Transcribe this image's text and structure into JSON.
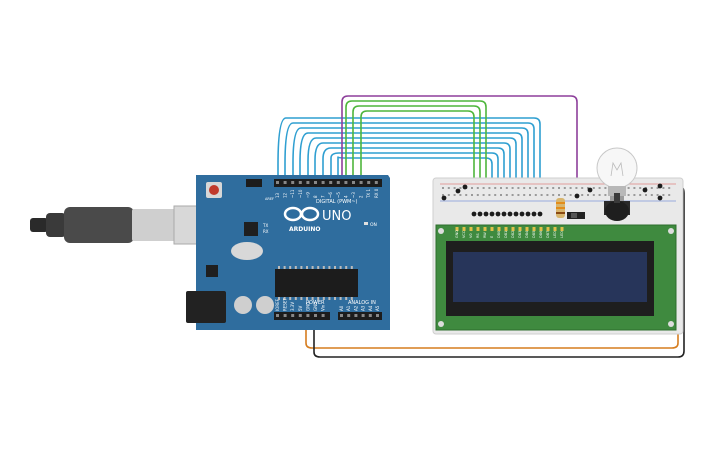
{
  "board": {
    "brand": "ARDUINO",
    "model": "UNO",
    "digital_header": "DIGITAL (PWM~)",
    "power_header": "POWER",
    "analog_header": "ANALOG IN",
    "on_label": "ON",
    "tx_label": "TX",
    "rx_label": "RX",
    "aref_label": "AREF",
    "digital_pins": [
      "13",
      "12",
      "~11",
      "~10",
      "~9",
      "8",
      "7",
      "~6",
      "~5",
      "4",
      "~3",
      "2",
      "TX 1",
      "RX 0"
    ],
    "power_pins": [
      "IOREF",
      "RESET",
      "3.3V",
      "5V",
      "GND",
      "GND",
      "Vin"
    ],
    "analog_pins": [
      "A0",
      "A1",
      "A2",
      "A3",
      "A4",
      "A5"
    ]
  },
  "lcd": {
    "pin_labels": [
      "GND",
      "VCC",
      "V0",
      "RS",
      "RW",
      "E",
      "DB0",
      "DB1",
      "DB2",
      "DB3",
      "DB4",
      "DB5",
      "DB6",
      "DB7",
      "LED",
      "LED"
    ]
  },
  "colors": {
    "board": "#2f6d9e",
    "wire_blue": "#2f9fd1",
    "wire_green": "#4fb63c",
    "wire_purple": "#8d3f9b",
    "wire_orange": "#d67d1f",
    "wire_black": "#222222",
    "lcd_screen": "#27355a",
    "lcd_pcb": "#3f8a3f"
  },
  "icons": [
    "usb-cable-icon",
    "potentiometer-icon",
    "light-bulb-icon",
    "resistor-icon",
    "pushbutton-icon",
    "reset-button-icon"
  ]
}
